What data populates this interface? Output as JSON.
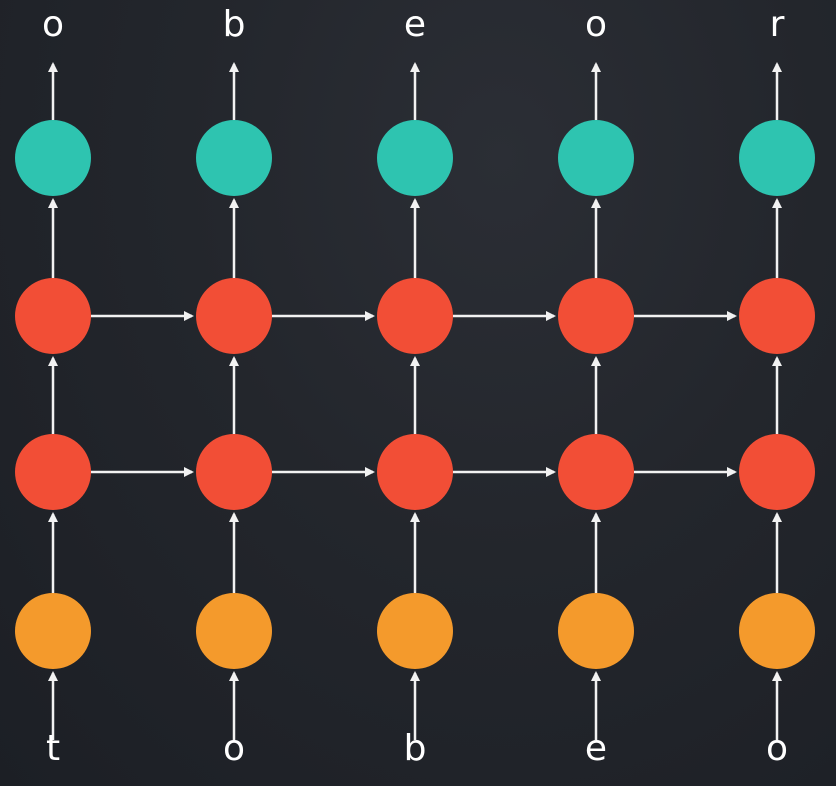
{
  "diagram": {
    "outputs": [
      "o",
      "b",
      "e",
      "o",
      "r"
    ],
    "inputs": [
      "t",
      "o",
      "b",
      "e",
      "o"
    ]
  },
  "colors": {
    "background": "#23262c",
    "output_node": "#2ec4b0",
    "hidden_node": "#f24e36",
    "input_node": "#f49a2c",
    "arrow": "#f2f2f2",
    "text": "#ffffff"
  }
}
